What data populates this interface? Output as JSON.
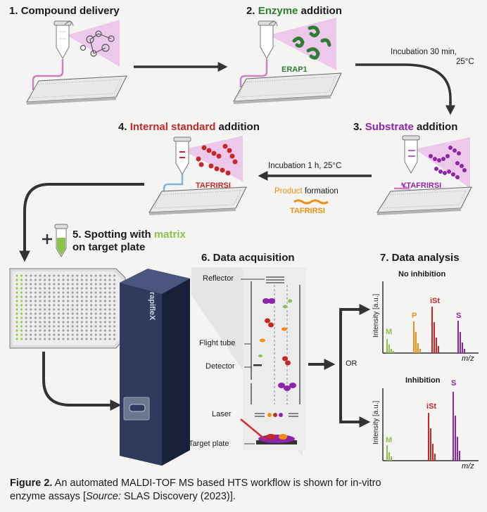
{
  "steps": {
    "s1": {
      "prefix": "1. ",
      "title": "Compound delivery"
    },
    "s2": {
      "prefix": "2. ",
      "highlight": "Enzyme",
      "suffix": " addition",
      "enzyme_label": "ERAP1"
    },
    "s3": {
      "prefix": "3. ",
      "highlight": "Substrate",
      "suffix": " addition",
      "substrate_label": "YTAFRIRSI"
    },
    "s4": {
      "prefix": "4. ",
      "highlight": "Internal standard",
      "suffix": " addition",
      "standard_label": "TAFRIRSI"
    },
    "s5": {
      "prefix": "5. Spotting with ",
      "highlight": "matrix",
      "line2": "on target plate"
    },
    "s6": {
      "title": "6. Data acquisition"
    },
    "s7": {
      "title": "7. Data analysis"
    }
  },
  "incubation": {
    "first_line1": "Incubation 30 min,",
    "first_line2": "25°C",
    "second": "Incubation 1 h,  25°C"
  },
  "product": {
    "highlight": "Product",
    "suffix": " formation",
    "name": "TAFRIRSI"
  },
  "instrument": {
    "brand": "rapifleX",
    "reflector": "Reflector",
    "flight_tube": "Flight tube",
    "detector": "Detector",
    "laser": "Laser",
    "target_plate": "Target plate"
  },
  "analysis": {
    "or_label": "OR",
    "no_inhibition": "No inhibition",
    "inhibition": "Inhibition",
    "ylabel": "Intensity [a.u.]",
    "xlabel": "m/z",
    "peak_m": "M",
    "peak_p": "P",
    "peak_ist": "iSt",
    "peak_s": "S"
  },
  "caption": {
    "figure": "Figure 2.",
    "text1": " An automated MALDI-TOF MS based HTS workflow is shown for in-vitro",
    "text2": "enzyme assays [",
    "source_label": "Source:",
    "source": " SLAS Discovery (2023)",
    "text3": "]."
  },
  "colors": {
    "enzyme": "#2e7d32",
    "substrate": "#8e24aa",
    "standard": "#c62828",
    "product": "#ef8f12",
    "matrix": "#8bc34a",
    "plate_blue": "#7fb6d6",
    "instrument": "#2b3553"
  }
}
